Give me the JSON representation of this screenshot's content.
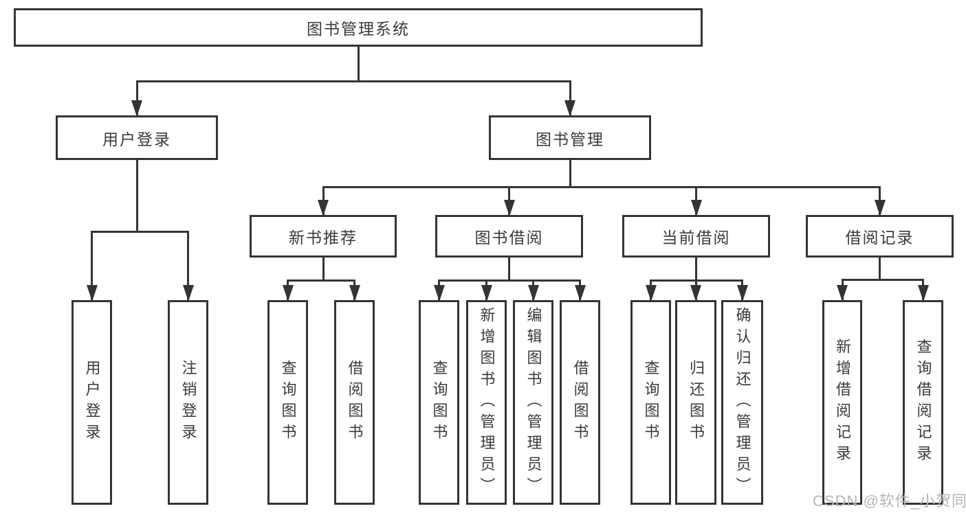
{
  "page": {
    "background": "#ffffff"
  },
  "watermark": {
    "text": "CSDN @软件_小贺同学",
    "color": "#b6b6b6"
  },
  "diagram": {
    "type": "tree-structure-chart",
    "colors": {
      "line": "#343434",
      "text": "#3a3a3a",
      "node_background": "#ffffff"
    },
    "nodes": [
      {
        "id": "root",
        "label": "图书管理系统",
        "writing": "horizontal"
      },
      {
        "id": "user-login",
        "label": "用户登录",
        "writing": "horizontal"
      },
      {
        "id": "book-mgmt",
        "label": "图书管理",
        "writing": "horizontal"
      },
      {
        "id": "new-book-rec",
        "label": "新书推荐",
        "writing": "horizontal"
      },
      {
        "id": "book-borrow",
        "label": "图书借阅",
        "writing": "horizontal"
      },
      {
        "id": "current-borrow",
        "label": "当前借阅",
        "writing": "horizontal"
      },
      {
        "id": "borrow-record",
        "label": "借阅记录",
        "writing": "horizontal"
      },
      {
        "id": "user-login-action",
        "label": "用户登录",
        "writing": "vertical"
      },
      {
        "id": "logout-action",
        "label": "注销登录",
        "writing": "vertical"
      },
      {
        "id": "query-book-1",
        "label": "查询图书",
        "writing": "vertical"
      },
      {
        "id": "borrow-book-1",
        "label": "借阅图书",
        "writing": "vertical"
      },
      {
        "id": "query-book-2",
        "label": "查询图书",
        "writing": "vertical"
      },
      {
        "id": "add-book",
        "label": "新增图书（管理员）",
        "writing": "vertical"
      },
      {
        "id": "edit-book",
        "label": "编辑图书（管理员）",
        "writing": "vertical"
      },
      {
        "id": "borrow-book-2",
        "label": "借阅图书",
        "writing": "vertical"
      },
      {
        "id": "query-book-3",
        "label": "查询图书",
        "writing": "vertical"
      },
      {
        "id": "return-book",
        "label": "归还图书",
        "writing": "vertical"
      },
      {
        "id": "confirm-return",
        "label": "确认归还（管理员）",
        "writing": "vertical"
      },
      {
        "id": "add-borrow-record",
        "label": "新增借阅记录",
        "writing": "vertical"
      },
      {
        "id": "query-borrow-record",
        "label": "查询借阅记录",
        "writing": "vertical"
      }
    ],
    "edges": [
      {
        "from": "root",
        "to": [
          "user-login",
          "book-mgmt"
        ]
      },
      {
        "from": "user-login",
        "to": [
          "user-login-action",
          "logout-action"
        ]
      },
      {
        "from": "book-mgmt",
        "to": [
          "new-book-rec",
          "book-borrow",
          "current-borrow",
          "borrow-record"
        ]
      },
      {
        "from": "new-book-rec",
        "to": [
          "query-book-1",
          "borrow-book-1"
        ]
      },
      {
        "from": "book-borrow",
        "to": [
          "query-book-2",
          "add-book",
          "edit-book",
          "borrow-book-2"
        ]
      },
      {
        "from": "current-borrow",
        "to": [
          "query-book-3",
          "return-book",
          "confirm-return"
        ]
      },
      {
        "from": "borrow-record",
        "to": [
          "add-borrow-record",
          "query-borrow-record"
        ]
      }
    ]
  }
}
